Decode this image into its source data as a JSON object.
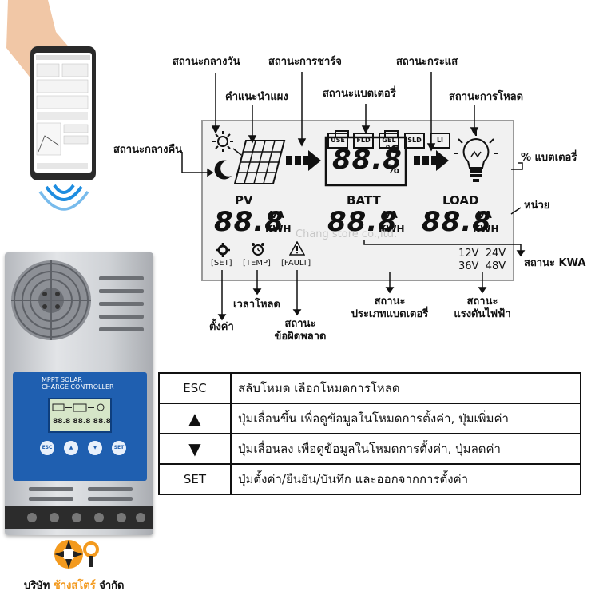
{
  "callouts": {
    "day_status": "สถานะกลางวัน",
    "charge_status": "สถานะการชาร์จ",
    "current_status": "สถานะกระแส",
    "battery_status": "สถานะแบตเตอรี่",
    "panel_advice": "คำแนะนำแผง",
    "load_status": "สถานะการโหลด",
    "night_status": "สถานะกลางคืน",
    "battery_percent": "% แบตเตอรี่",
    "unit": "หน่วย",
    "kwa_status": "สถานะ KWA",
    "load_time": "เวลาโหลด",
    "setting": "ตั้งค่า",
    "fault_status_1": "สถานะ",
    "fault_status_2": "ข้อผิดพลาด",
    "battery_type_1": "สถานะ",
    "battery_type_2": "ประเภทแบตเตอรี่",
    "voltage_1": "สถานะ",
    "voltage_2": "แรงดันไฟฟ้า"
  },
  "lcd": {
    "pv_label": "PV",
    "batt_label": "BATT",
    "load_label": "LOAD",
    "pv_value": "88.8",
    "batt_value": "88.8",
    "load_value": "88.8",
    "top_value": "88.8",
    "unit_va": "VA",
    "unit_kwh": "KWH",
    "unit_celsius": "°C",
    "unit_percent": "%",
    "set_tag": "[SET]",
    "temp_tag": "[TEMP]",
    "fault_tag": "[FAULT]",
    "modes": [
      "USE",
      "FLD",
      "GEL",
      "SLD",
      "LI"
    ],
    "voltages_row1": "12V  24V",
    "voltages_row2": "36V  48V"
  },
  "keys": [
    {
      "key": "ESC",
      "desc": "สลับโหมด เลือกโหมดการโหลด"
    },
    {
      "key": "▲",
      "desc": "ปุ่มเลื่อนขึ้น เพื่อดูข้อมูลในโหมดการตั้งค่า, ปุ่มเพิ่มค่า"
    },
    {
      "key": "▼",
      "desc": "ปุ่มเลื่อนลง เพื่อดูข้อมูลในโหมดการตั้งค่า, ปุ่มลดค่า"
    },
    {
      "key": "SET",
      "desc": "ปุ่มตั้งค่า/ยืนยัน/บันทึก และออกจากการตั้งค่า"
    }
  ],
  "controller": {
    "title_1": "MPPT SOLAR",
    "title_2": "CHARGE CONTROLLER",
    "buttons": [
      "ESC",
      "▲",
      "▼",
      "SET"
    ]
  },
  "brand": {
    "company_prefix": "บริษัท",
    "company_name": "ช้างสโตร์",
    "company_suffix": "จำกัด",
    "watermark": "Chang store co.,ltd."
  },
  "colors": {
    "panel_blue": "#1f5fb0",
    "brand_orange": "#f39a1e",
    "wifi_blue": "#1e8de0"
  }
}
